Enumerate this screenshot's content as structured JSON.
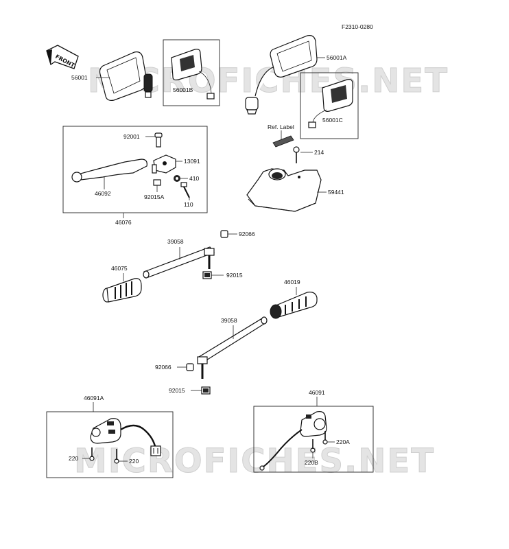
{
  "diagram_code": "F2310-0280",
  "watermark": "MICROFICHES.NET",
  "front_label": "FRONT",
  "parts": {
    "p56001": "56001",
    "p56001A": "56001A",
    "p56001B": "56001B",
    "p56001C": "56001C",
    "ref_label": "Ref. Label",
    "p214": "214",
    "p59441": "59441",
    "p92001": "92001",
    "p13091": "13091",
    "p410": "410",
    "p110": "110",
    "p92015A": "92015A",
    "p46092": "46092",
    "p46076": "46076",
    "p39058_top": "39058",
    "p92066_top": "92066",
    "p46075": "46075",
    "p92015_top": "92015",
    "p46019": "46019",
    "p39058_bottom": "39058",
    "p92066_bottom": "92066",
    "p92015_bottom": "92015",
    "p46091A": "46091A",
    "p220_left": "220",
    "p220_right": "220",
    "p46091": "46091",
    "p220A": "220A",
    "p220B": "220B"
  }
}
